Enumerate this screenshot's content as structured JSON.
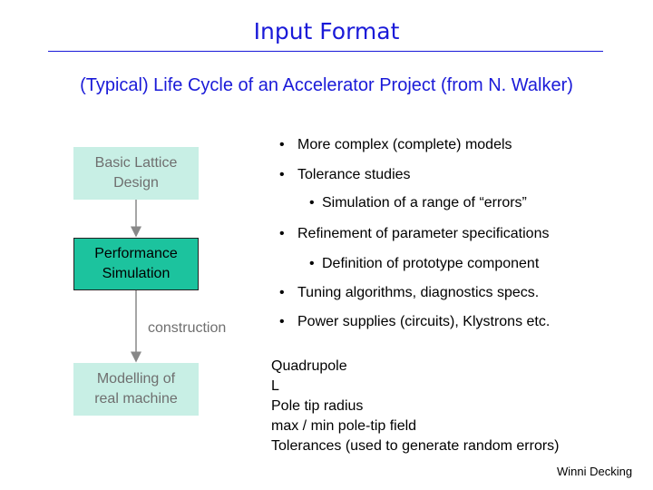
{
  "title": "Input Format",
  "subtitle": "(Typical) Life Cycle of an Accelerator Project (from N. Walker)",
  "flow": {
    "box1_lines": [
      "Basic Lattice",
      "Design"
    ],
    "box2_lines": [
      "Performance",
      "Simulation"
    ],
    "construction": "construction",
    "box3_lines": [
      "Modelling of",
      "real machine"
    ]
  },
  "bullets": [
    "More complex (complete) models",
    "Tolerance studies",
    "Simulation of a range of “errors”",
    "Refinement of parameter specifications",
    "Definition of prototype component",
    "Tuning algorithms, diagnostics specs.",
    "Power supplies (circuits), Klystrons etc."
  ],
  "bullet_symbol": "•",
  "params": [
    "Quadrupole",
    "L",
    "Pole tip radius",
    "max / min pole-tip field",
    "Tolerances (used to generate random errors)"
  ],
  "credit": "Winni Decking",
  "colors": {
    "title": "#1a1ad8",
    "light_box": "#c8efe5",
    "active_box": "#1cc39e",
    "muted_text": "#6f6f6f"
  }
}
